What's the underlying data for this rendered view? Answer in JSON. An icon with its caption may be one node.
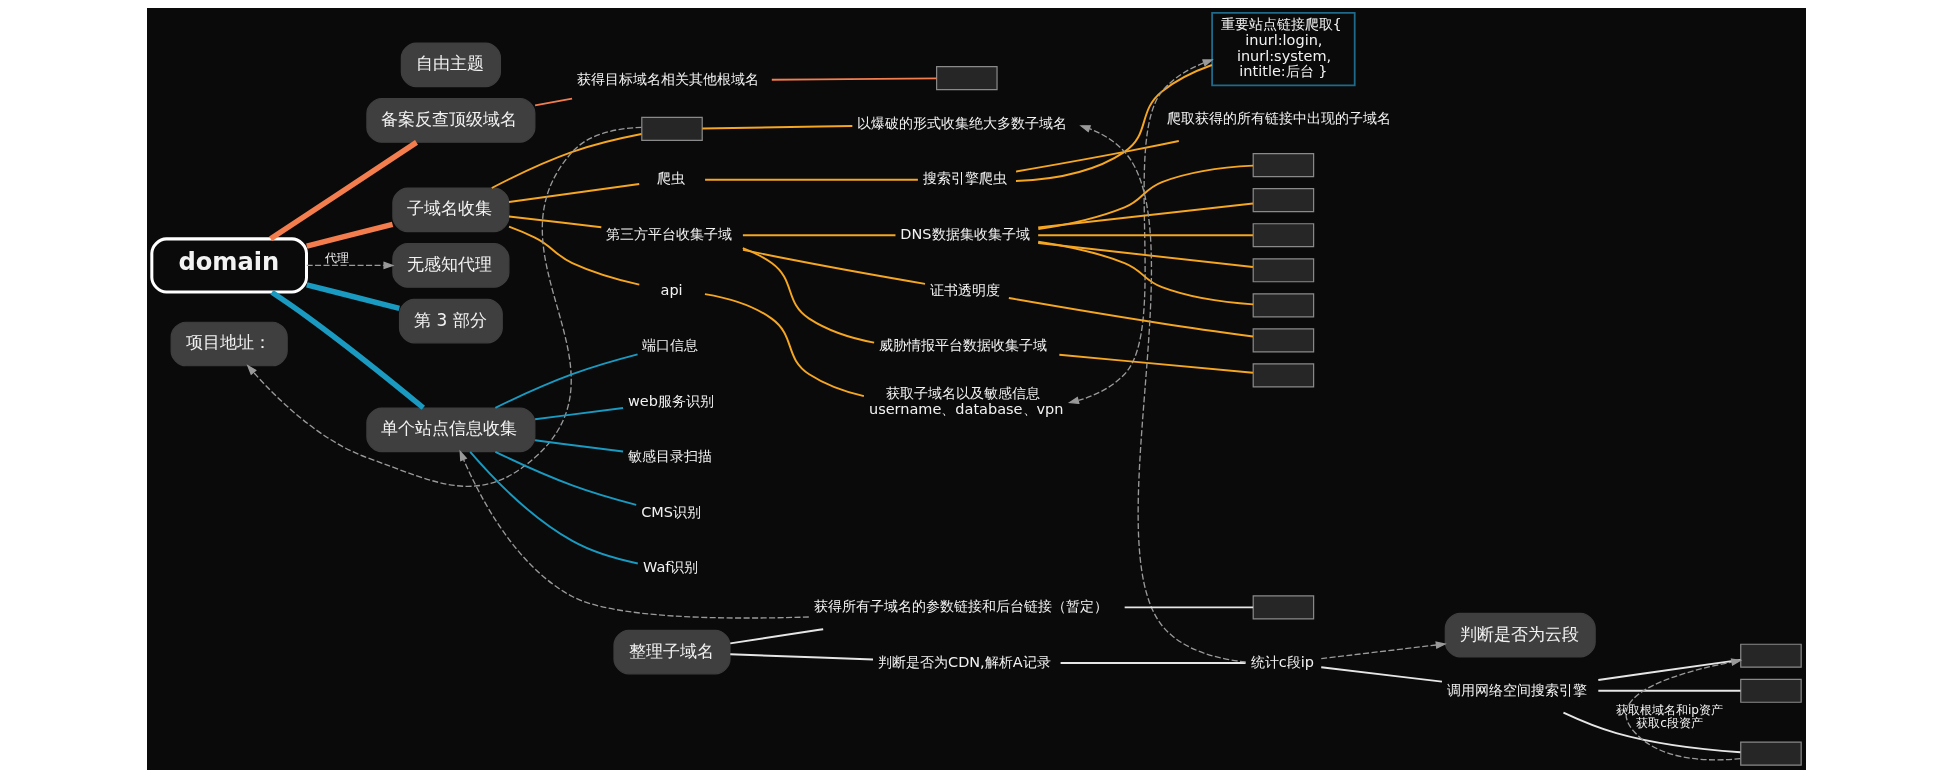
{
  "diagram": {
    "nodes": [
      {
        "text": [
          "domain"
        ]
      },
      {
        "text": [
          "项目地址："
        ]
      },
      {
        "text": [
          "备案反查顶级域名"
        ]
      },
      {
        "text": [
          "获得目标域名相关其他根域名"
        ]
      },
      {
        "text": [],
        "shape": "box"
      },
      {
        "text": [
          "子域名收集"
        ]
      },
      {
        "text": [],
        "shape": "box"
      },
      {
        "text": [
          "以爆破的形式收集绝大多数子域名"
        ]
      },
      {
        "text": [
          "爬虫"
        ]
      },
      {
        "text": [
          "搜索引擎爬虫"
        ]
      },
      {
        "text": [
          "重要站点链接爬取{ inurl:login, inurl:system, intitle:后台 }"
        ]
      },
      {
        "text": [
          "爬取获得的所有链接中出现的子域名"
        ]
      },
      {
        "text": [
          "第三方平台收集子域"
        ]
      },
      {
        "text": [
          "DNS数据集收集子域"
        ]
      },
      {
        "text": [],
        "shape": "box"
      },
      {
        "text": [],
        "shape": "box"
      },
      {
        "text": [],
        "shape": "box"
      },
      {
        "text": [],
        "shape": "box"
      },
      {
        "text": [],
        "shape": "box"
      },
      {
        "text": [
          "证书透明度"
        ]
      },
      {
        "text": [],
        "shape": "box"
      },
      {
        "text": [
          "威胁情报平台数据收集子域"
        ]
      },
      {
        "text": [],
        "shape": "box"
      },
      {
        "text": [
          "api"
        ]
      },
      {
        "text": [
          "获取子域名以及敏感信息 username、database、vpn"
        ]
      },
      {
        "text": [
          "无感知代理"
        ]
      },
      {
        "text": [
          "第 3 部分"
        ]
      },
      {
        "text": [
          "单个站点信息收集"
        ]
      },
      {
        "text": [
          "端口信息"
        ]
      },
      {
        "text": [
          "web服务识别"
        ]
      },
      {
        "text": [
          "敏感目录扫描"
        ]
      },
      {
        "text": [
          "CMS识别"
        ]
      },
      {
        "text": [
          "Waf识别"
        ]
      },
      {
        "text": [
          "自由主题"
        ]
      },
      {
        "text": [
          "判断是否为云段"
        ]
      },
      {
        "text": [
          "整理子域名"
        ]
      },
      {
        "text": [
          "判断是否为CDN,解析A记录"
        ]
      },
      {
        "text": [
          "统计c段ip"
        ]
      },
      {
        "text": [
          "调用网络空间搜索引擎"
        ]
      },
      {
        "text": [],
        "shape": "box"
      },
      {
        "text": [],
        "shape": "box"
      },
      {
        "text": [],
        "shape": "box"
      },
      {
        "text": [
          "获得所有子域名的参数链接和后台链接（暂定）"
        ]
      },
      {
        "text": [],
        "shape": "box"
      }
    ],
    "edges": [
      {
        "from": 0,
        "to": 2,
        "arrow": "none",
        "style": "thick",
        "color": "#f47d4e"
      },
      {
        "from": 0,
        "to": 5,
        "arrow": "none",
        "style": "thick",
        "color": "#f47d4e"
      },
      {
        "from": 0,
        "to": 26,
        "arrow": "none",
        "style": "thick",
        "color": "#1a9ac0"
      },
      {
        "from": 0,
        "to": 27,
        "arrow": "none",
        "style": "thick",
        "color": "#1a9ac0"
      },
      {
        "from": 2,
        "to": 3,
        "arrow": "none",
        "color": "#f47d4e"
      },
      {
        "from": 3,
        "to": 4,
        "arrow": "none",
        "color": "#f47d4e"
      },
      {
        "from": 5,
        "to": 6,
        "arrow": "none"
      },
      {
        "from": 6,
        "to": 7,
        "arrow": "none"
      },
      {
        "from": 5,
        "to": 8,
        "arrow": "none"
      },
      {
        "from": 8,
        "to": 9,
        "arrow": "none"
      },
      {
        "from": 9,
        "to": 10,
        "arrow": "none"
      },
      {
        "from": 9,
        "to": 11,
        "arrow": "none"
      },
      {
        "from": 5,
        "to": 12,
        "arrow": "none"
      },
      {
        "from": 12,
        "to": 13,
        "arrow": "none"
      },
      {
        "from": 13,
        "to": 14,
        "arrow": "none"
      },
      {
        "from": 13,
        "to": 15,
        "arrow": "none"
      },
      {
        "from": 13,
        "to": 16,
        "arrow": "none"
      },
      {
        "from": 13,
        "to": 17,
        "arrow": "none"
      },
      {
        "from": 13,
        "to": 18,
        "arrow": "none"
      },
      {
        "from": 12,
        "to": 19,
        "arrow": "none"
      },
      {
        "from": 19,
        "to": 20,
        "arrow": "none"
      },
      {
        "from": 12,
        "to": 21,
        "arrow": "none"
      },
      {
        "from": 21,
        "to": 22,
        "arrow": "none"
      },
      {
        "from": 5,
        "to": 23,
        "arrow": "none"
      },
      {
        "from": 23,
        "to": 24,
        "arrow": "none"
      },
      {
        "from": 27,
        "to": 28,
        "arrow": "none",
        "color": "#1a9ac0"
      },
      {
        "from": 27,
        "to": 29,
        "arrow": "none",
        "color": "#1a9ac0"
      },
      {
        "from": 27,
        "to": 30,
        "arrow": "none",
        "color": "#1a9ac0"
      },
      {
        "from": 27,
        "to": 31,
        "arrow": "none",
        "color": "#1a9ac0"
      },
      {
        "from": 27,
        "to": 32,
        "arrow": "none",
        "color": "#1a9ac0"
      },
      {
        "from": 35,
        "to": 36,
        "arrow": "none",
        "color": "#e6e6e6"
      },
      {
        "from": 36,
        "to": 37,
        "arrow": "none",
        "color": "#e6e6e6"
      },
      {
        "from": 37,
        "to": 38,
        "arrow": "none",
        "color": "#e6e6e6"
      },
      {
        "from": 38,
        "to": 39,
        "arrow": "none",
        "color": "#e6e6e6"
      },
      {
        "from": 38,
        "to": 40,
        "arrow": "none",
        "color": "#e6e6e6"
      },
      {
        "from": 38,
        "to": 41,
        "arrow": "none",
        "color": "#e6e6e6"
      },
      {
        "from": 35,
        "to": 42,
        "arrow": "none",
        "color": "#e6e6e6"
      },
      {
        "from": 42,
        "to": 43,
        "arrow": "none",
        "color": "#e6e6e6"
      },
      {
        "from": 6,
        "to": 1,
        "arrow": "to",
        "style": "dashed",
        "color": "#9a9a9a"
      },
      {
        "from": 0,
        "to": 25,
        "arrow": "to",
        "style": "dashed",
        "color": "#9a9a9a",
        "label": "代理"
      },
      {
        "from": 37,
        "to": 7,
        "arrow": "to",
        "style": "dashed",
        "color": "#9a9a9a"
      },
      {
        "from": 37,
        "to": 34,
        "arrow": "to",
        "style": "dashed",
        "color": "#9a9a9a"
      },
      {
        "from": 10,
        "to": 24,
        "arrow": "both",
        "style": "dashed",
        "color": "#9a9a9a"
      },
      {
        "from": 42,
        "to": 27,
        "arrow": "to",
        "style": "dashed",
        "color": "#9a9a9a"
      },
      {
        "from": 41,
        "to": 39,
        "arrow": "to",
        "style": "dashed",
        "color": "#9a9a9a",
        "label": "获取根域名和ip资产获取c段资产"
      }
    ]
  }
}
